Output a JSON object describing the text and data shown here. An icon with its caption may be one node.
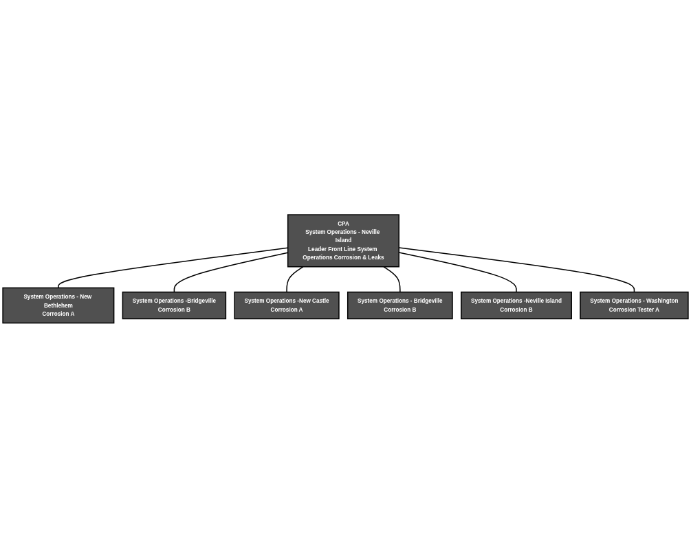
{
  "diagram": {
    "nodes": [
      {
        "text": [
          "CPA",
          "System Operations - Neville Island",
          "Leader Front Line System Operations Corrosion & Leaks"
        ]
      },
      {
        "text": [
          "System Operations - New Bethlehem",
          "Corrosion A"
        ]
      },
      {
        "text": [
          "System Operations -Bridgeville",
          "Corrosion B"
        ]
      },
      {
        "text": [
          "System Operations -New Castle",
          "Corrosion A"
        ]
      },
      {
        "text": [
          "System Operations - Bridgeville",
          "Corrosion B"
        ]
      },
      {
        "text": [
          "System Operations -Neville Island",
          "Corrosion B"
        ]
      },
      {
        "text": [
          "System Operations - Washington",
          "Corrosion Tester A"
        ]
      }
    ],
    "edges": [
      {
        "from": 0,
        "to": 1,
        "arrow": "none"
      },
      {
        "from": 0,
        "to": 2,
        "arrow": "none"
      },
      {
        "from": 0,
        "to": 3,
        "arrow": "none"
      },
      {
        "from": 0,
        "to": 4,
        "arrow": "none"
      },
      {
        "from": 0,
        "to": 5,
        "arrow": "none"
      },
      {
        "from": 0,
        "to": 6,
        "arrow": "none"
      }
    ]
  }
}
